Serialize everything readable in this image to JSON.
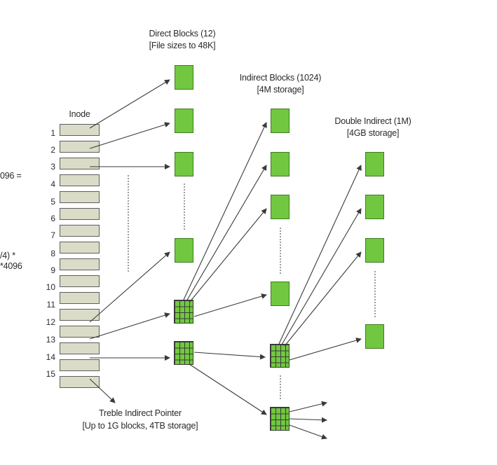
{
  "left_fragments": [
    "096 =",
    "/4) *",
    "*4096"
  ],
  "inode": {
    "title": "Inode",
    "rows": [
      "1",
      "2",
      "3",
      "4",
      "5",
      "6",
      "7",
      "8",
      "9",
      "10",
      "11",
      "12",
      "13",
      "14",
      "15"
    ]
  },
  "direct_blocks": {
    "title": "Direct Blocks (12)",
    "subtitle": "[File sizes to 48K]"
  },
  "indirect_blocks": {
    "title": "Indirect Blocks (1024)",
    "subtitle": "[4M storage]"
  },
  "double_indirect": {
    "title": "Double Indirect (1M)",
    "subtitle": "[4GB storage]"
  },
  "treble_indirect": {
    "title": "Treble Indirect Pointer",
    "subtitle": "[Up to 1G blocks, 4TB storage]"
  },
  "colors": {
    "block_fill": "#71c840",
    "inode_fill": "#dadcc8",
    "line": "#3a3a3a"
  }
}
